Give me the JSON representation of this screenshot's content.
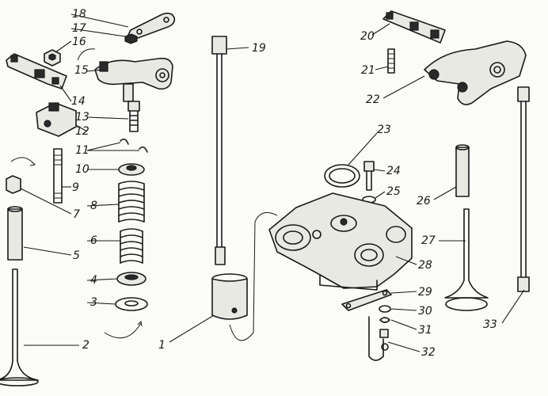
{
  "labels": {
    "l1": "1",
    "l2": "2",
    "l3": "3",
    "l4": "4",
    "l5": "5",
    "l6": "6",
    "l7": "7",
    "l8": "8",
    "l9": "9",
    "l10": "10",
    "l11": "11",
    "l12": "12",
    "l13": "13",
    "l14": "14",
    "l15": "15",
    "l16": "16",
    "l17": "17",
    "l18": "18",
    "l19": "19",
    "l20": "20",
    "l21": "21",
    "l22": "22",
    "l23": "23",
    "l24": "24",
    "l25": "25",
    "l26": "26",
    "l27": "27",
    "l28": "28",
    "l29": "29",
    "l30": "30",
    "l31": "31",
    "l32": "32",
    "l33": "33"
  },
  "colors": {
    "ink": "#1a1a1a",
    "paper": "#fbfbf8",
    "shade": "#e9e9e4"
  }
}
